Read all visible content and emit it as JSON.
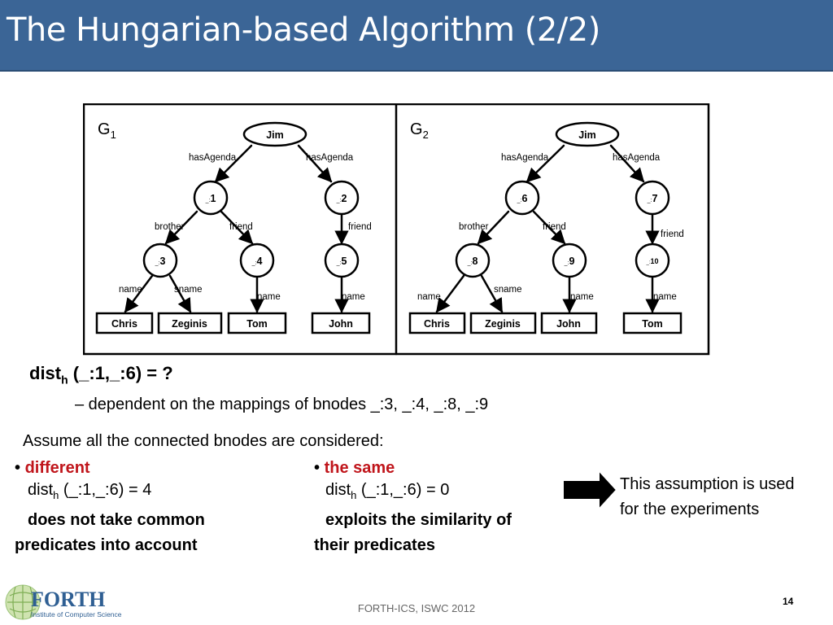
{
  "slide": {
    "title": "The Hungarian-based Algorithm (2/2)",
    "footer": "FORTH-ICS, ISWC 2012",
    "page_number": "14"
  },
  "graphs": {
    "g1": {
      "label": "G",
      "label_sub": "1",
      "root": "Jim",
      "edges": {
        "left_top": "hasAgenda",
        "right_top": "hasAgenda",
        "b1_left": "brother",
        "b1_right": "friend",
        "b2": "friend",
        "b3_left": "name",
        "b3_right": "sname",
        "b4": "name",
        "b5": "name"
      },
      "bnodes": {
        "n1": "1",
        "n2": "2",
        "n3": "3",
        "n4": "4",
        "n5": "5"
      },
      "leaves": [
        "Chris",
        "Zeginis",
        "Tom",
        "John"
      ]
    },
    "g2": {
      "label": "G",
      "label_sub": "2",
      "root": "Jim",
      "edges": {
        "left_top": "hasAgenda",
        "right_top": "hasAgenda",
        "b6_left": "brother",
        "b6_right": "friend",
        "b7": "friend",
        "b8_left": "name",
        "b8_right": "sname",
        "b9": "name",
        "b10": "name"
      },
      "bnodes": {
        "n6": "6",
        "n7": "7",
        "n8": "8",
        "n9": "9",
        "n10": "10"
      },
      "leaves": [
        "Chris",
        "Zeginis",
        "John",
        "Tom"
      ]
    },
    "bnode_prefix": "_:"
  },
  "body": {
    "dist_main": "dist",
    "dist_sub": "h",
    "dist_rest": " (_:1,_:6) =  ?",
    "dependent": "–   dependent on the mappings of bnodes _:3, _:4, _:8, _:9",
    "assume": "Assume all the connected bnodes are considered:",
    "left": {
      "head": "different",
      "dist_main": "dist",
      "dist_sub": "h",
      "dist_rest": " (_:1,_:6) = 4",
      "line2": "does not take common",
      "line3": "predicates into account"
    },
    "right": {
      "head": "the same",
      "dist_main": "dist",
      "dist_sub": "h",
      "dist_rest": " (_:1,_:6) = 0",
      "line2": "exploits the similarity of",
      "line3": "their predicates"
    },
    "note": "This assumption is used for the experiments"
  },
  "logo": {
    "name": "FORTH",
    "subtitle": "Institute of Computer Science"
  }
}
